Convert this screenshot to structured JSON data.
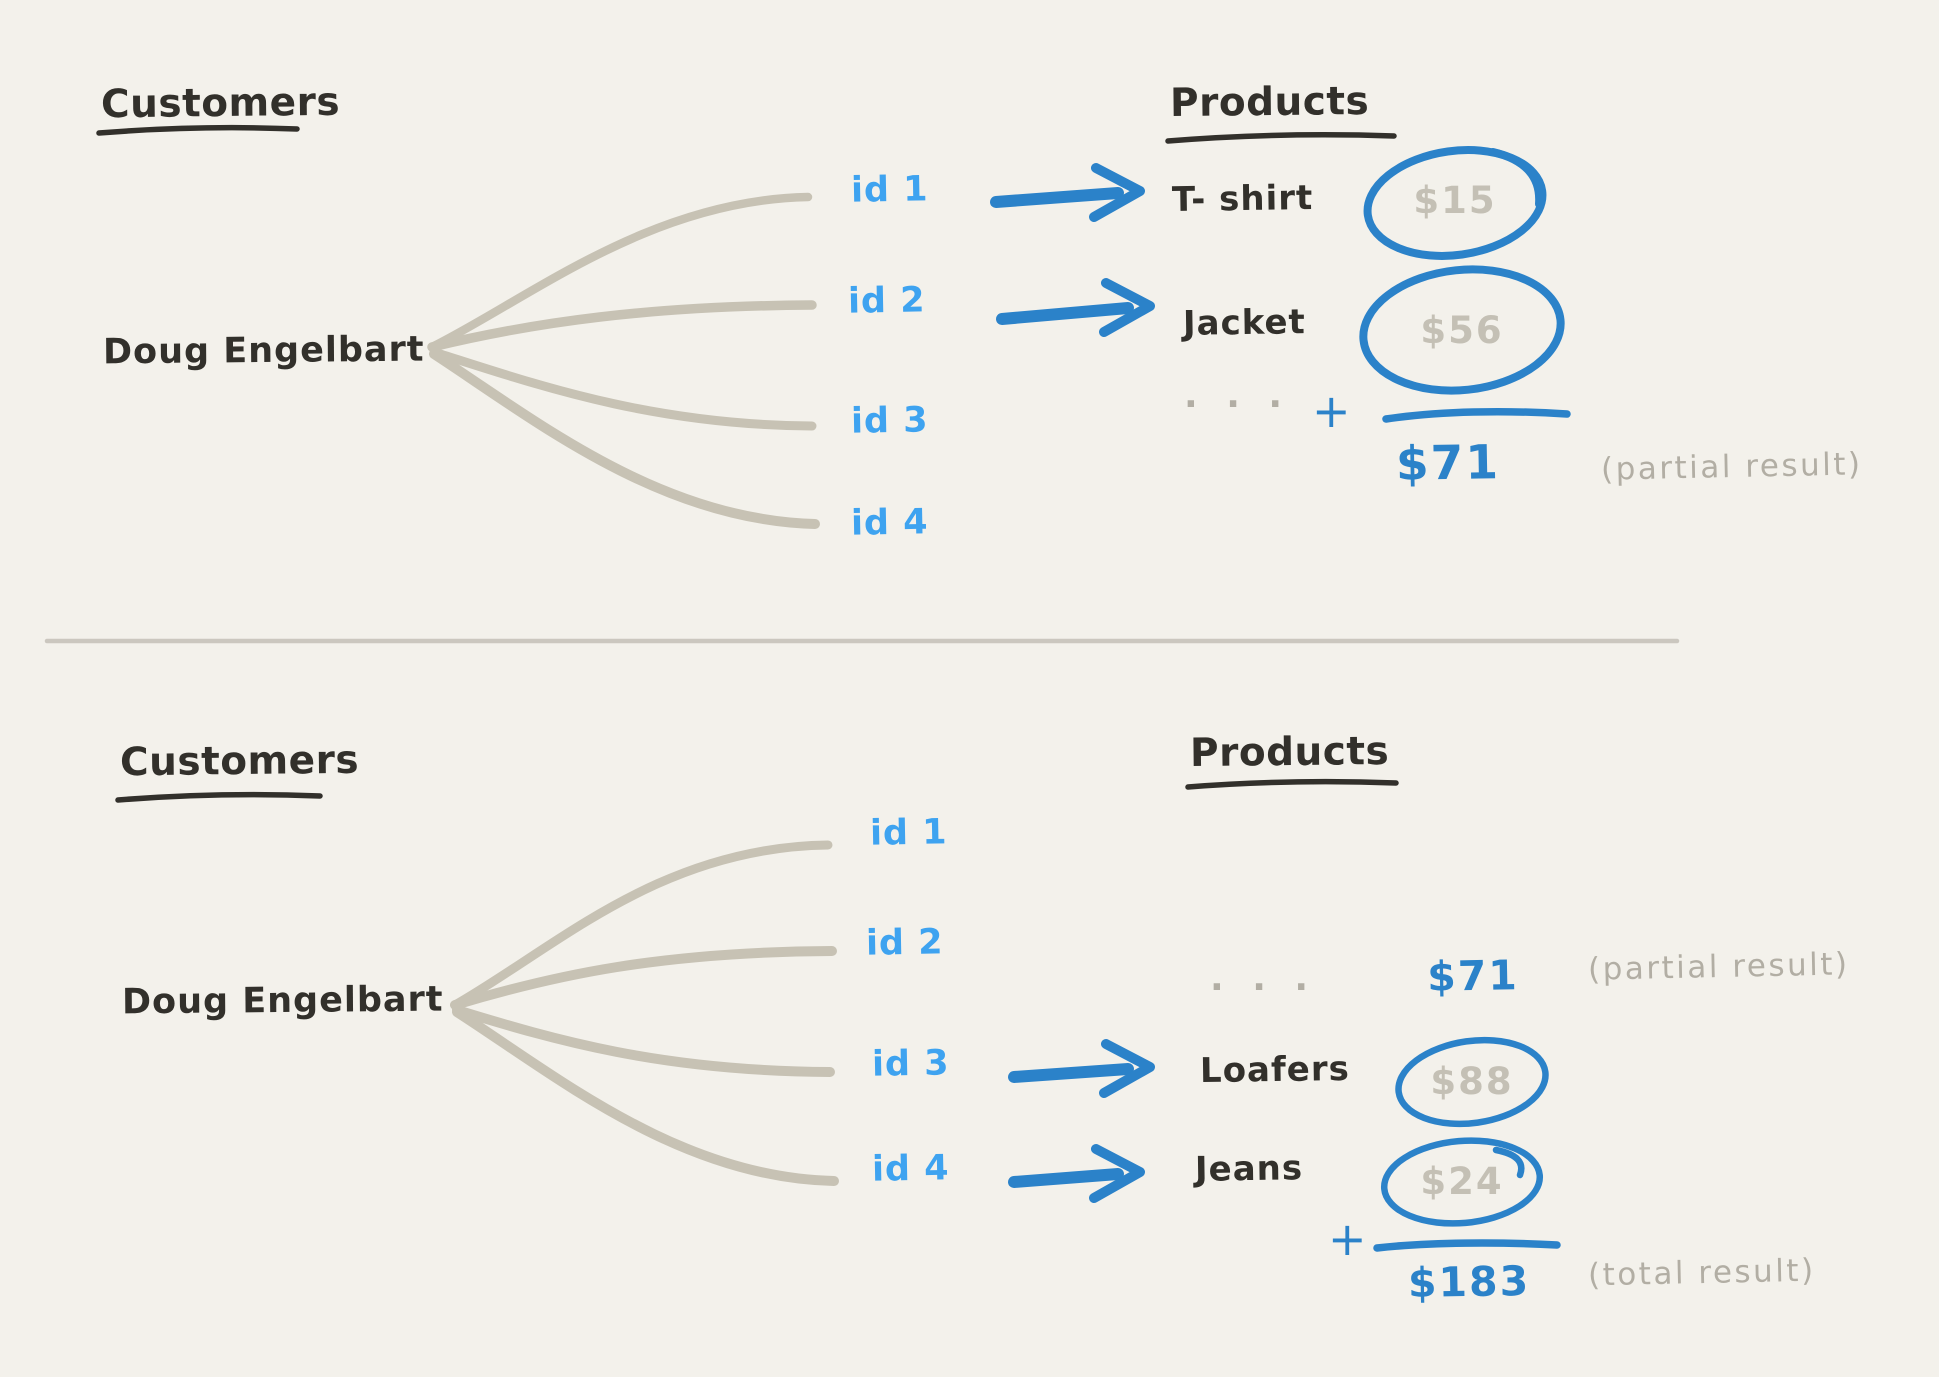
{
  "colors": {
    "bg": "#f3f1eb",
    "ink": "#32302b",
    "gray_text": "#b2aea4",
    "gray_price": "#c4c0b5",
    "fan": "#c7c2b4",
    "divider": "#cbc7bf",
    "blue_light": "#3ea3f0",
    "blue_dark": "#2b82c9"
  },
  "top": {
    "heading_customers": "Customers",
    "heading_products": "Products",
    "customer": "Doug Engelbart",
    "id1": "id 1",
    "id2": "id 2",
    "id3": "id 3",
    "id4": "id 4",
    "product1": "T- shirt",
    "price1": "$15",
    "product2": "Jacket",
    "price2": "$56",
    "dots": "· · ·",
    "plus": "+",
    "sum": "$71",
    "note": "(partial result)"
  },
  "bottom": {
    "heading_customers": "Customers",
    "heading_products": "Products",
    "customer": "Doug Engelbart",
    "id1": "id 1",
    "id2": "id 2",
    "id3": "id 3",
    "id4": "id 4",
    "dots": "· · ·",
    "carry_sum": "$71",
    "carry_note": "(partial result)",
    "product3": "Loafers",
    "price3": "$88",
    "product4": "Jeans",
    "price4": "$24",
    "plus": "+",
    "sum": "$183",
    "note": "(total result)"
  }
}
